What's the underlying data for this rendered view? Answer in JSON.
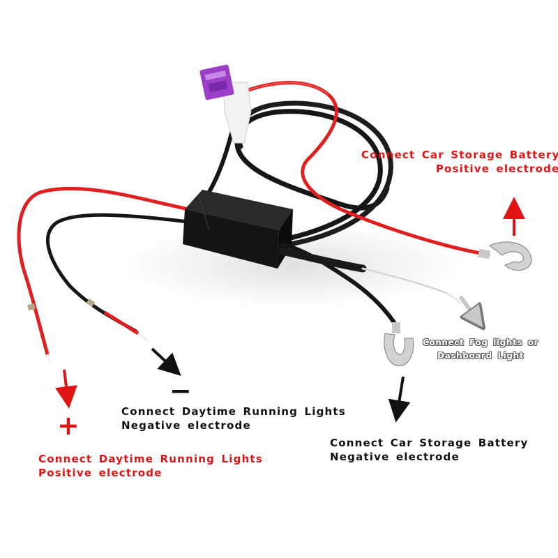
{
  "labels": {
    "battery_positive": {
      "line1": "Connect Car Storage Battery",
      "line2": "Positive electrode"
    },
    "fog_lights": {
      "line1": "Connect Fog lights or",
      "line2": "Dashboard Light"
    },
    "battery_negative": {
      "line1": "Connect Car Storage Battery",
      "line2": "Negative electrode"
    },
    "drl_negative": {
      "line1": "Connect Daytime Running Lights",
      "line2": "Negative electrode"
    },
    "drl_positive": {
      "line1": "Connect Daytime Running Lights",
      "line2": "Positive electrode"
    }
  },
  "signs": {
    "plus": "+",
    "minus": "−"
  },
  "colors": {
    "red_text": "#e01414",
    "red_wire": "#e02020",
    "black_wire": "#161616",
    "fuse": "#9b3fc8",
    "controller_box": "#141414",
    "terminal_metal": "#c8c8c8"
  }
}
